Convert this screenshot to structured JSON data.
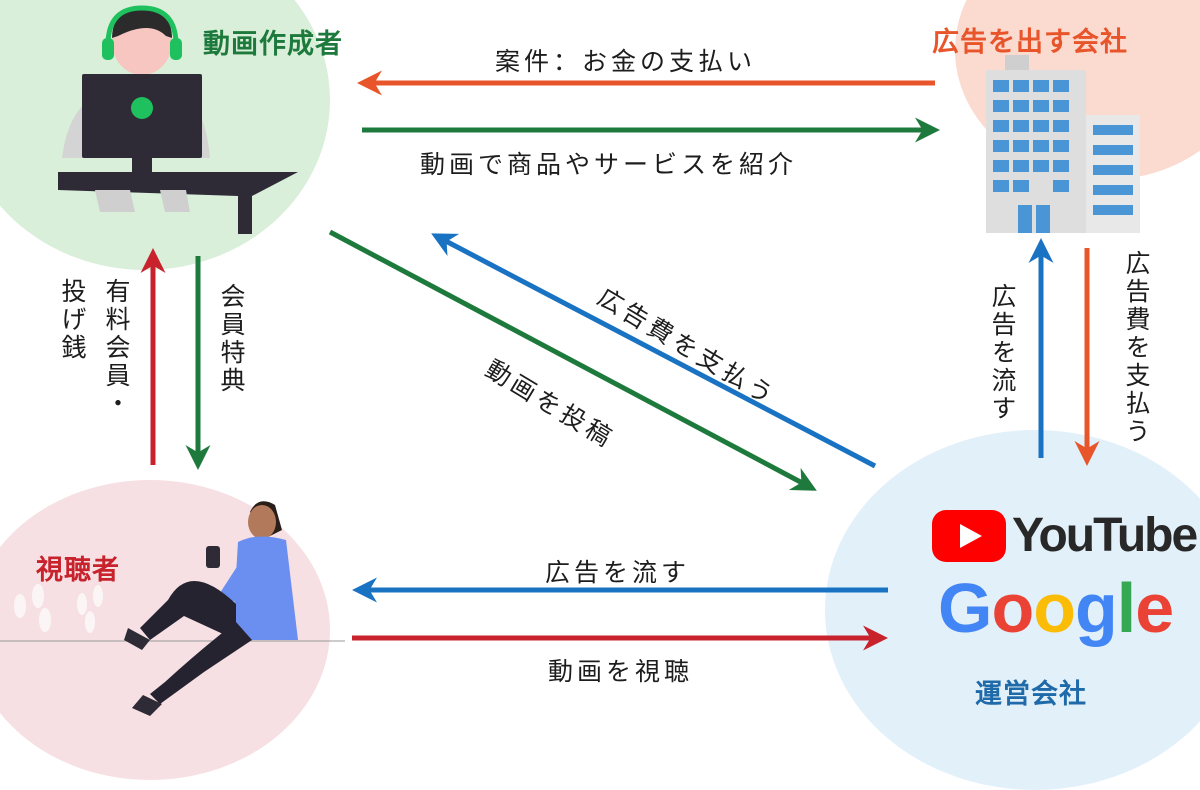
{
  "titles": {
    "creator": "動画作成者",
    "advertiser": "広告を出す会社",
    "viewer": "視聴者",
    "platform": "運営会社"
  },
  "labels": {
    "pay_for_project": "案件：お金の支払い",
    "introduce_products": "動画で商品やサービスを紹介",
    "show_ads_to_viewer": "広告を流す",
    "watch_videos": "動画を視聴",
    "pay_ad_fee_diagonal": "広告費を支払う",
    "post_videos": "動画を投稿",
    "paid_membership_line1": "有料会員・",
    "paid_membership_line2": "投げ銭",
    "member_perks": "会員特典",
    "show_ads_vertical": "広告を流す",
    "pay_ad_fee_vertical": "広告費を支払う"
  },
  "logos": {
    "youtube": "YouTube",
    "google": {
      "letters": [
        "G",
        "o",
        "o",
        "g",
        "l",
        "e"
      ],
      "colors": [
        "#4285F4",
        "#EA4335",
        "#FBBC05",
        "#4285F4",
        "#34A853",
        "#EA4335"
      ]
    }
  },
  "colors": {
    "orange": "#e8552a",
    "green": "#1e7a3c",
    "blue": "#1a73c2",
    "red": "#c8222c"
  }
}
